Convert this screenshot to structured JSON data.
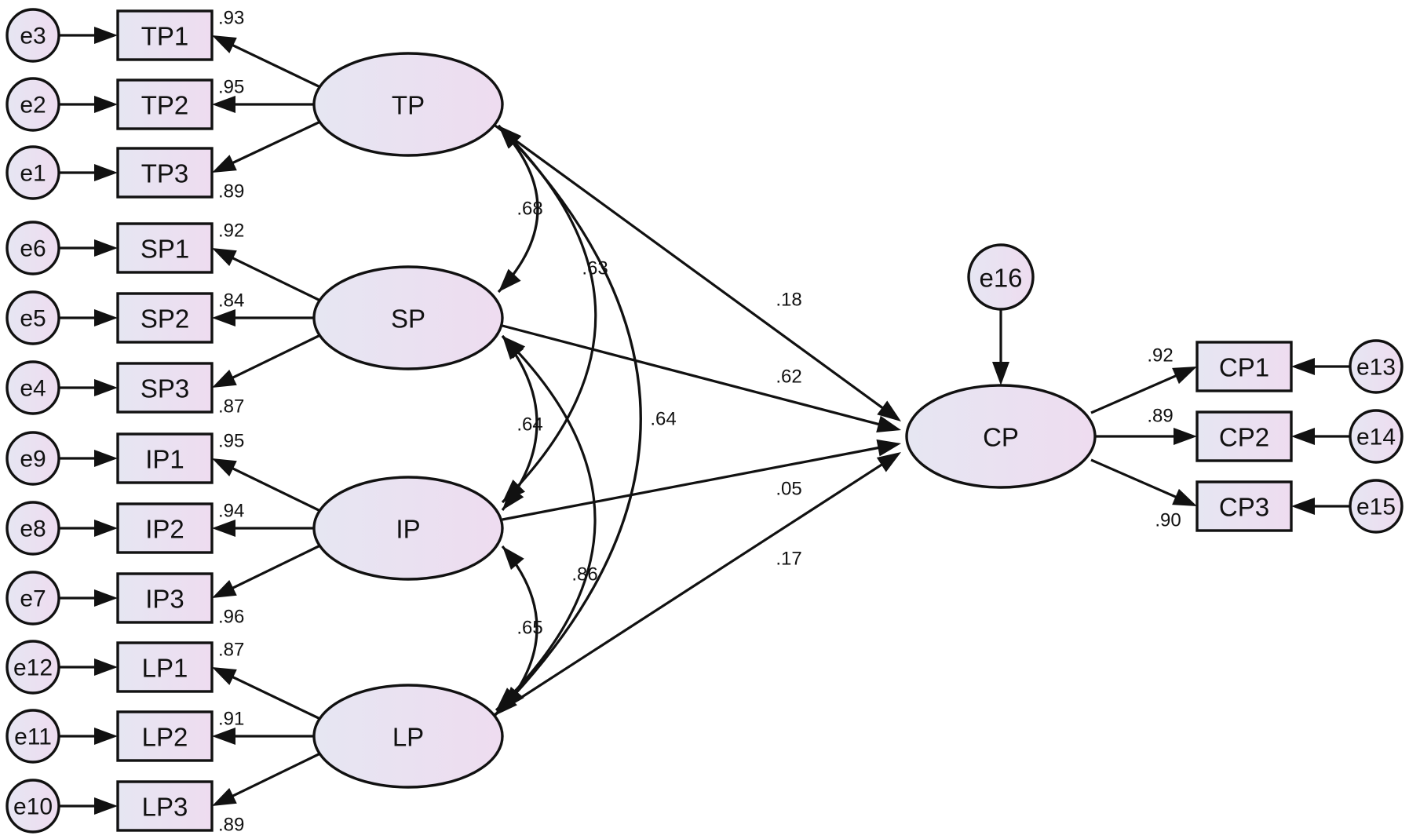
{
  "diagram": {
    "latents": [
      "TP",
      "SP",
      "IP",
      "LP"
    ],
    "outcome": {
      "name": "CP",
      "disturbance": "e16"
    },
    "indicators": [
      {
        "name": "TP1",
        "error": "e3",
        "loading": ".93",
        "factor": "TP"
      },
      {
        "name": "TP2",
        "error": "e2",
        "loading": ".95",
        "factor": "TP"
      },
      {
        "name": "TP3",
        "error": "e1",
        "loading": ".89",
        "factor": "TP"
      },
      {
        "name": "SP1",
        "error": "e6",
        "loading": ".92",
        "factor": "SP"
      },
      {
        "name": "SP2",
        "error": "e5",
        "loading": ".84",
        "factor": "SP"
      },
      {
        "name": "SP3",
        "error": "e4",
        "loading": ".87",
        "factor": "SP"
      },
      {
        "name": "IP1",
        "error": "e9",
        "loading": ".95",
        "factor": "IP"
      },
      {
        "name": "IP2",
        "error": "e8",
        "loading": ".94",
        "factor": "IP"
      },
      {
        "name": "IP3",
        "error": "e7",
        "loading": ".96",
        "factor": "IP"
      },
      {
        "name": "LP1",
        "error": "e12",
        "loading": ".87",
        "factor": "LP"
      },
      {
        "name": "LP2",
        "error": "e11",
        "loading": ".91",
        "factor": "LP"
      },
      {
        "name": "LP3",
        "error": "e10",
        "loading": ".89",
        "factor": "LP"
      }
    ],
    "outcome_indicators": [
      {
        "name": "CP1",
        "error": "e13",
        "loading": ".92"
      },
      {
        "name": "CP2",
        "error": "e14",
        "loading": ".89"
      },
      {
        "name": "CP3",
        "error": "e15",
        "loading": ".90"
      }
    ],
    "paths": [
      {
        "from": "TP",
        "to": "CP",
        "coef": ".18"
      },
      {
        "from": "SP",
        "to": "CP",
        "coef": ".62"
      },
      {
        "from": "IP",
        "to": "CP",
        "coef": ".05"
      },
      {
        "from": "LP",
        "to": "CP",
        "coef": ".17"
      }
    ],
    "correlations": [
      {
        "a": "TP",
        "b": "SP",
        "value": ".68"
      },
      {
        "a": "TP",
        "b": "IP",
        "value": ".63"
      },
      {
        "a": "TP",
        "b": "LP",
        "value": ".64"
      },
      {
        "a": "SP",
        "b": "IP",
        "value": ".64"
      },
      {
        "a": "SP",
        "b": "LP",
        "value": ".86"
      },
      {
        "a": "IP",
        "b": "LP",
        "value": ".65"
      }
    ],
    "colors": {
      "node_fill_start": "#e6e6f2",
      "node_fill_end": "#eedcf0",
      "stroke": "#111111"
    }
  }
}
